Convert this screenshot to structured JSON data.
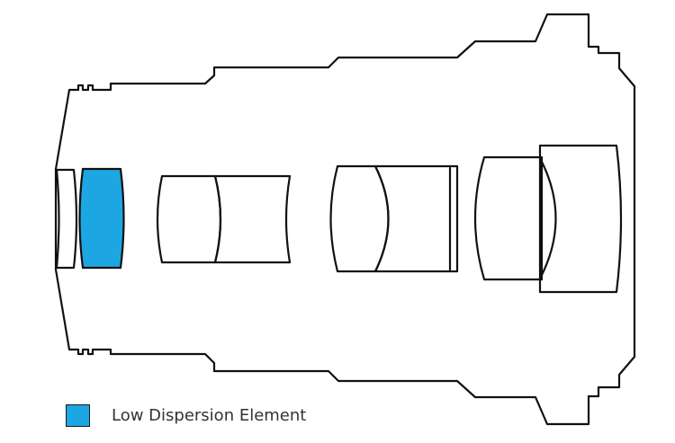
{
  "legend": {
    "label": "Low Dispersion Element",
    "color": "#1ca6e2"
  },
  "colors": {
    "outline": "#111111",
    "background": "#ffffff"
  },
  "elements": [
    {
      "name": "lens-element-1",
      "low_dispersion": false
    },
    {
      "name": "lens-element-2",
      "low_dispersion": true
    },
    {
      "name": "lens-element-3",
      "low_dispersion": false
    },
    {
      "name": "lens-element-4",
      "low_dispersion": false
    },
    {
      "name": "lens-element-5",
      "low_dispersion": false
    },
    {
      "name": "lens-element-6",
      "low_dispersion": false
    },
    {
      "name": "lens-element-7",
      "low_dispersion": false
    },
    {
      "name": "lens-element-8",
      "low_dispersion": false
    },
    {
      "name": "lens-element-9",
      "low_dispersion": false
    }
  ]
}
